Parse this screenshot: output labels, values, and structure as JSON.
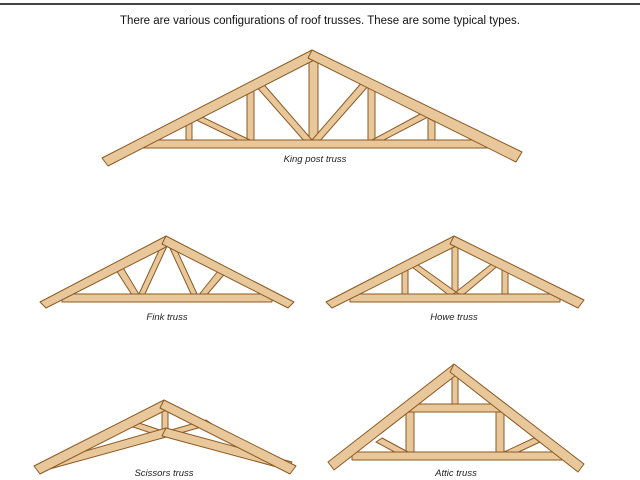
{
  "header": {
    "text": "There are various configurations of roof trusses. These are some typical types."
  },
  "trusses": {
    "king_post": {
      "caption": "King post truss"
    },
    "fink": {
      "caption": "Fink truss"
    },
    "howe": {
      "caption": "Howe truss"
    },
    "scissors": {
      "caption": "Scissors truss"
    },
    "attic": {
      "caption": "Attic truss"
    }
  },
  "colors": {
    "timber_fill": "#e8c79a",
    "timber_edge": "#8c5a24",
    "text": "#111111"
  }
}
